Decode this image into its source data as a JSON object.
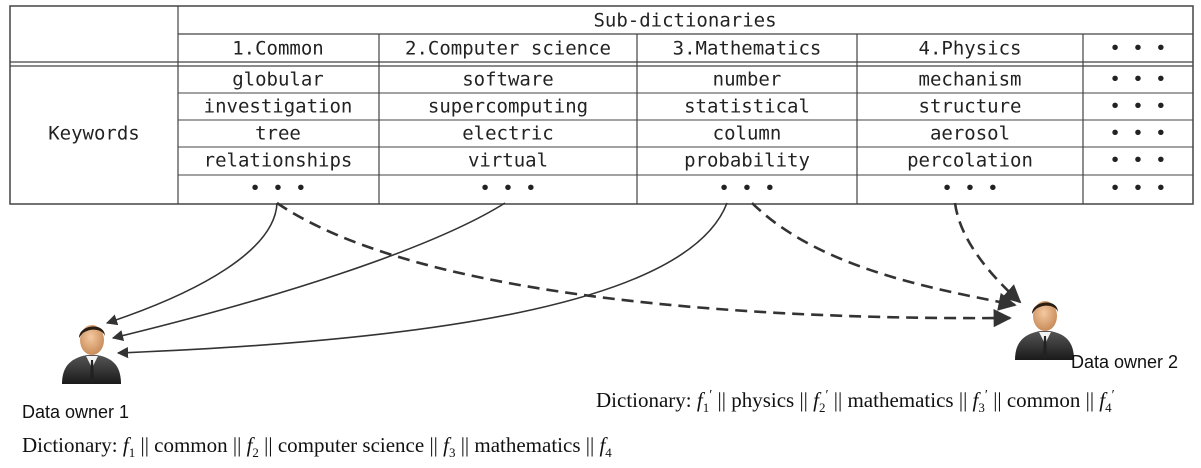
{
  "table": {
    "header": "Sub-dictionaries",
    "row_label": "Keywords",
    "columns": [
      "1.Common",
      "2.Computer science",
      "3.Mathematics",
      "4.Physics",
      "• • •"
    ],
    "rows": [
      [
        "globular",
        "software",
        "number",
        "mechanism",
        "• • •"
      ],
      [
        "investigation",
        "supercomputing",
        "statistical",
        "structure",
        "• • •"
      ],
      [
        "tree",
        "electric",
        "column",
        "aerosol",
        "• • •"
      ],
      [
        "relationships",
        "virtual",
        "probability",
        "percolation",
        "• • •"
      ],
      [
        "• • •",
        "• • •",
        "• • •",
        "• • •",
        "• • •"
      ]
    ]
  },
  "owners": [
    {
      "label": "Data owner 1",
      "icon": "person-icon"
    },
    {
      "label": "Data owner 2",
      "icon": "person-icon"
    }
  ],
  "dictionary1": {
    "prefix": "Dictionary: ",
    "f": "f",
    "subs": [
      "1",
      "2",
      "3",
      "4"
    ],
    "words": [
      "common",
      "computer science",
      "mathematics"
    ],
    "sep": " || "
  },
  "dictionary2": {
    "prefix": "Dictionary: ",
    "f": "f",
    "prime": "′",
    "subs": [
      "1",
      "2",
      "3",
      "4"
    ],
    "words": [
      "physics",
      "mathematics",
      "common"
    ],
    "sep": " || "
  },
  "colors": {
    "text": "#222222",
    "line": "#444444",
    "arrow": "#333333"
  }
}
